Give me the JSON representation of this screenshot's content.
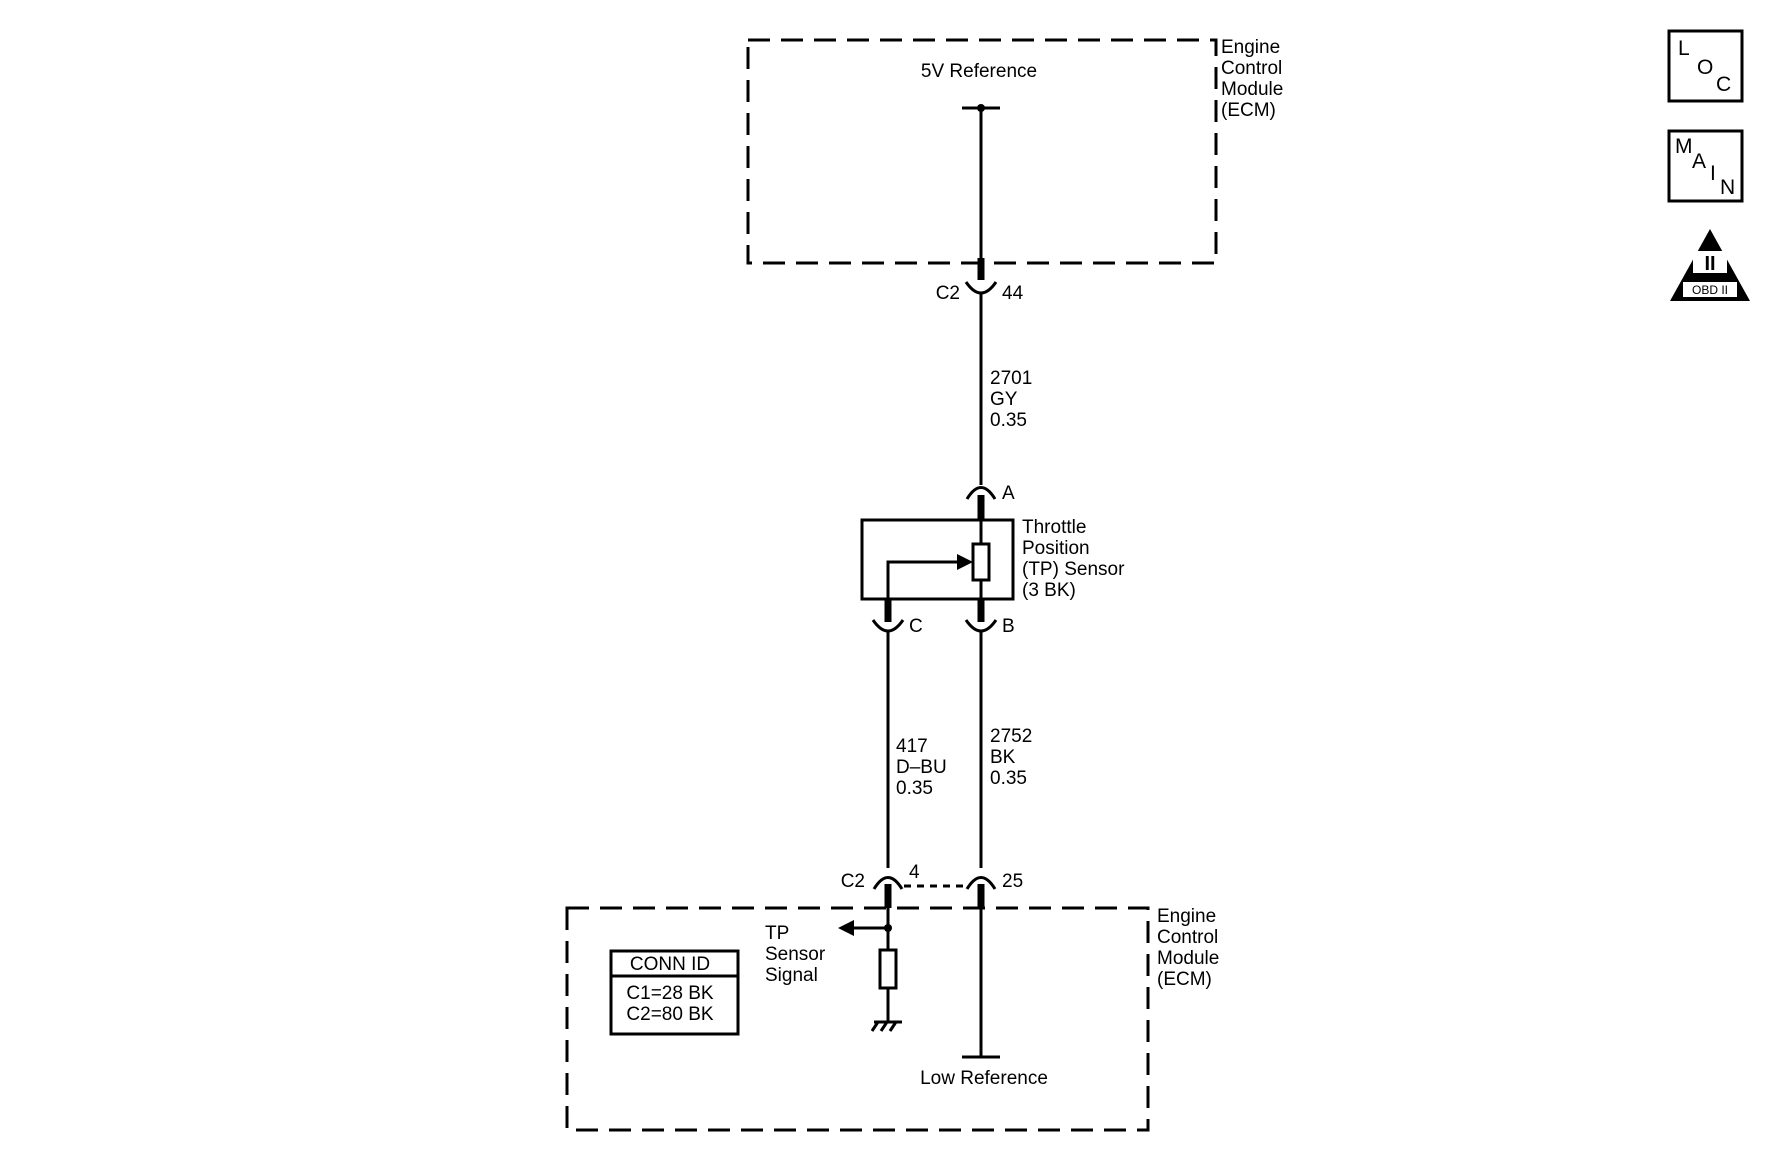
{
  "ecm_top": {
    "title_lines": [
      "Engine",
      "Control",
      "Module",
      "(ECM)"
    ],
    "pin_label": "5V Reference"
  },
  "connector_c2_44": {
    "name": "C2",
    "pin": "44"
  },
  "wire_2701": {
    "circuit": "2701",
    "color": "GY",
    "gauge": "0.35"
  },
  "tp_sensor": {
    "title_lines": [
      "Throttle",
      "Position",
      "(TP) Sensor",
      "(3 BK)"
    ],
    "pin_a": "A",
    "pin_b": "B",
    "pin_c": "C"
  },
  "wire_417": {
    "circuit": "417",
    "color": "D–BU",
    "gauge": "0.35"
  },
  "wire_2752": {
    "circuit": "2752",
    "color": "BK",
    "gauge": "0.35"
  },
  "connector_c2_bottom": {
    "name": "C2",
    "pin_4": "4",
    "pin_25": "25"
  },
  "ecm_bottom": {
    "title_lines": [
      "Engine",
      "Control",
      "Module",
      "(ECM)"
    ],
    "signal_lines": [
      "TP",
      "Sensor",
      "Signal"
    ],
    "low_ref_label": "Low Reference"
  },
  "conn_id": {
    "header": "CONN ID",
    "rows": [
      "C1=28 BK",
      "C2=80 BK"
    ]
  },
  "icons": {
    "loc": [
      "L",
      "O",
      "C"
    ],
    "main": [
      "M",
      "A",
      "I",
      "N"
    ],
    "obd": {
      "numeral": "II",
      "label": "OBD II"
    }
  }
}
